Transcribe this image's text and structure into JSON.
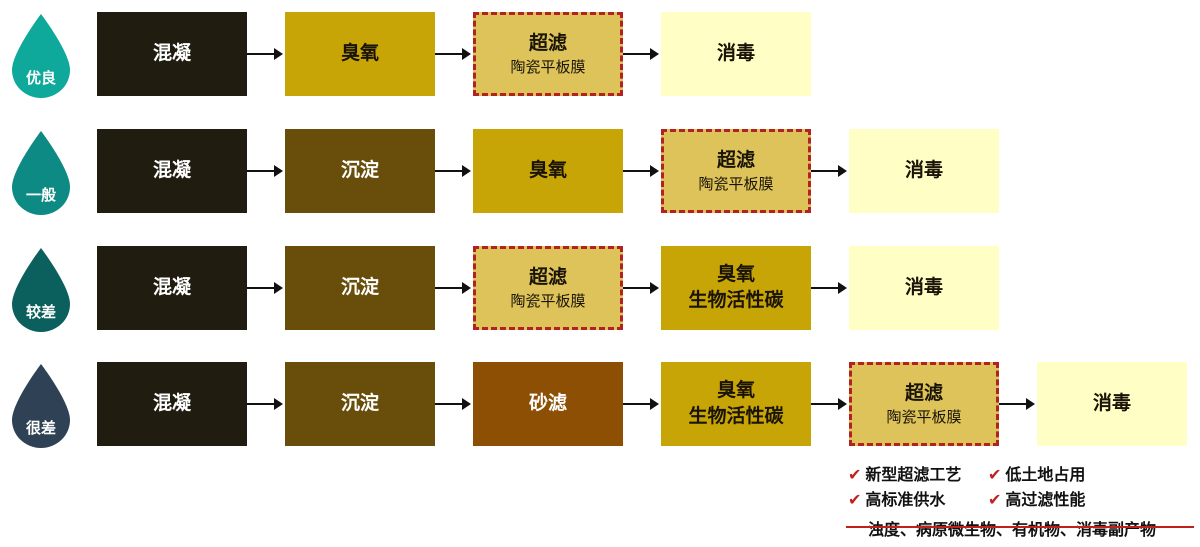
{
  "colors": {
    "coagulation": "#211c10",
    "sedimentation": "#684e0a",
    "ozone": "#c8a507",
    "ultrafiltration": "#ddc35a",
    "ultrafiltration_border": "#b22222",
    "disinfection": "#ffffc5",
    "sand_filtration": "#8c4f04",
    "check_mark": "#c0211e",
    "strike_line": "#c0211e"
  },
  "rows": [
    {
      "quality": "优良",
      "drop_color": "#0fa99c",
      "steps": [
        {
          "title": "混凝",
          "type": "coagulation"
        },
        {
          "title": "臭氧",
          "type": "ozone"
        },
        {
          "title": "超滤",
          "sub": "陶瓷平板膜",
          "type": "ultrafiltration"
        },
        {
          "title": "消毒",
          "type": "disinfection"
        }
      ]
    },
    {
      "quality": "一般",
      "drop_color": "#0c8a83",
      "steps": [
        {
          "title": "混凝",
          "type": "coagulation"
        },
        {
          "title": "沉淀",
          "type": "sedimentation"
        },
        {
          "title": "臭氧",
          "type": "ozone"
        },
        {
          "title": "超滤",
          "sub": "陶瓷平板膜",
          "type": "ultrafiltration"
        },
        {
          "title": "消毒",
          "type": "disinfection"
        }
      ]
    },
    {
      "quality": "较差",
      "drop_color": "#0b5f5c",
      "steps": [
        {
          "title": "混凝",
          "type": "coagulation"
        },
        {
          "title": "沉淀",
          "type": "sedimentation"
        },
        {
          "title": "超滤",
          "sub": "陶瓷平板膜",
          "type": "ultrafiltration"
        },
        {
          "title": "臭氧",
          "sub": "生物活性碳",
          "type": "ozone"
        },
        {
          "title": "消毒",
          "type": "disinfection"
        }
      ]
    },
    {
      "quality": "很差",
      "drop_color": "#2e4155",
      "steps": [
        {
          "title": "混凝",
          "type": "coagulation"
        },
        {
          "title": "沉淀",
          "type": "sedimentation"
        },
        {
          "title": "砂滤",
          "type": "sand_filtration"
        },
        {
          "title": "臭氧",
          "sub": "生物活性碳",
          "type": "ozone"
        },
        {
          "title": "超滤",
          "sub": "陶瓷平板膜",
          "type": "ultrafiltration"
        },
        {
          "title": "消毒",
          "type": "disinfection"
        }
      ]
    }
  ],
  "features": {
    "check_symbol": "✔",
    "items": [
      "新型超滤工艺",
      "低土地占用",
      "高标准供水",
      "高过滤性能"
    ],
    "removed": "浊度、病原微生物、有机物、消毒副产物"
  }
}
